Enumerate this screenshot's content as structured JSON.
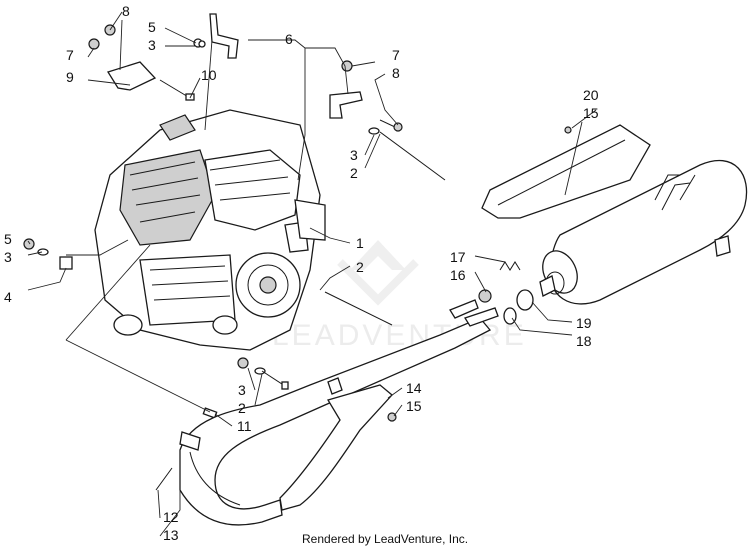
{
  "callouts": {
    "c8a": "8",
    "c5a": "5",
    "c3a": "3",
    "c6": "6",
    "c7a": "7",
    "c9": "9",
    "c10": "10",
    "c7b": "7",
    "c8b": "8",
    "c3b": "3",
    "c2a": "2",
    "c20": "20",
    "c15a": "15",
    "c5b": "5",
    "c3c": "3",
    "c4": "4",
    "c1": "1",
    "c2b": "2",
    "c17": "17",
    "c16": "16",
    "c19": "19",
    "c18": "18",
    "c3d": "3",
    "c2c": "2",
    "c11": "11",
    "c14": "14",
    "c15b": "15",
    "c12": "12",
    "c13": "13"
  },
  "credit": "Rendered by LeadVenture, Inc.",
  "watermark": "LEADVENTURE"
}
